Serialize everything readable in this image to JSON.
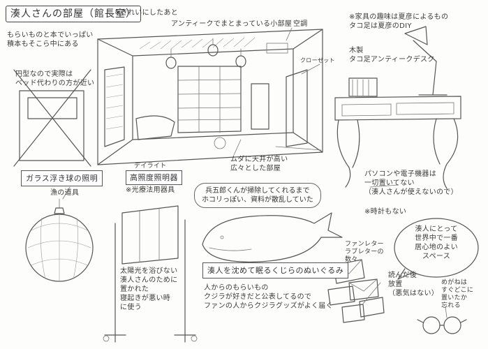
{
  "title": "湊人さんの部屋（館長室）",
  "notes": {
    "tidied": "※きれいにしたあと",
    "room_caption": "アンティークでまとまっている小部屋",
    "aircon": "空調",
    "closet": "クローゼット",
    "furniture_note": "※家具の趣味は夏彦によるもの\nタコ足は夏彦のDIY",
    "wood": "木製\nタコ足アンティークデスク",
    "shelf_note": "もらいものと本でいっぱい\n積本もそこら中にある",
    "bed_note": "円型なので実際は\nベッド代わりの方が近い",
    "wasted_space": "ムダに天井が高い\n広々とした部屋",
    "pc_note": "パソコンや電子機器は\n一切置いてない\n（湊人さんが使えないので）",
    "no_clock": "※時計もない",
    "daylight": "デイライト",
    "high_lamp": "高照度照明器",
    "light_therapy": "※光療法用器具",
    "curtain": "太陽光を浴びない\n湊人さんのために\n置かれた\n寝起きが悪い時\nに使う",
    "float_sub": "漁の道具",
    "dust": "兵五郎くんが掃除してくれるまで\nホコリっぽい、資料が散乱していた",
    "whale_fan": "人からのもらいもの\nクジラが好きだと公表してるので\nファンの人からクジラグッズがよく届く",
    "letters_head": "ファンレター\nラブレターの\n数々",
    "letters_note": "読んだ後\n放置\n（悪気はない）",
    "glasses_note": "めがねは\nすぐどこに\n置いたか\n忘れる"
  },
  "boxes": {
    "glass_float": "ガラス浮き球の照明",
    "whale": "湊人を沈めて眠るくじらのぬいぐるみ"
  },
  "bubble": "湊人にとって\n世界中で一番\n居心地のよい\nスペース"
}
